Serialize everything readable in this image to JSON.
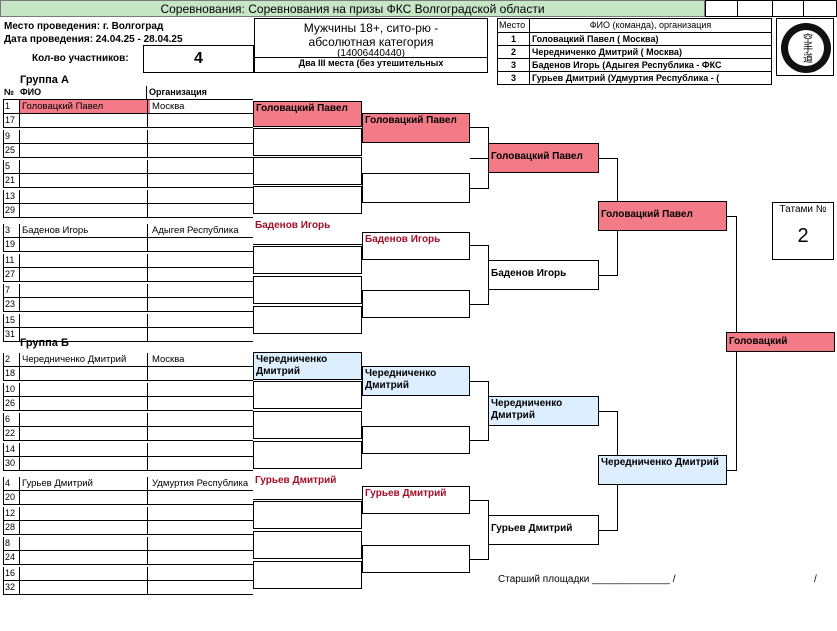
{
  "title": "Соревнования: Соревнования на призы ФКС Волгоградской области",
  "venue_label": "Место проведения: г. Волгоград",
  "dates_label": "Дата проведения: 24.04.25 - 28.04.25",
  "participants_label": "Кол-во участников:",
  "participants_count": "4",
  "category": {
    "line1": "Мужчины 18+, сито-рю -",
    "line2": "абсолютная категория",
    "line3": "(14006440440)",
    "line4": "Два III места (без утешительных"
  },
  "results": {
    "col_place": "Место",
    "col_name": "ФИО (команда), организация",
    "rows": [
      {
        "place": "1",
        "name": "Головацкий Павел  ( Москва)"
      },
      {
        "place": "2",
        "name": "Чередниченко Дмитрий  ( Москва)"
      },
      {
        "place": "3",
        "name": "Баденов Игорь  (Адыгея Республика - ФКС"
      },
      {
        "place": "3",
        "name": "Гурьев Дмитрий  (Удмуртия Республика - ("
      }
    ]
  },
  "logo_text": "空手道",
  "tatami": {
    "label": "Татами №",
    "value": "2"
  },
  "group_a": {
    "label": "Группа А",
    "h_num": "№",
    "h_name": "ФИО",
    "h_org": "Организация",
    "rows": [
      {
        "n": "1",
        "name": "Головацкий Павел",
        "org": "Москва"
      },
      {
        "n": "17"
      },
      {
        "n": "9"
      },
      {
        "n": "25"
      },
      {
        "n": "5"
      },
      {
        "n": "21"
      },
      {
        "n": "13"
      },
      {
        "n": "29"
      },
      {
        "n": "3",
        "name": "Баденов  Игорь",
        "org": "Адыгея Республика"
      },
      {
        "n": "19"
      },
      {
        "n": "11"
      },
      {
        "n": "27"
      },
      {
        "n": "7"
      },
      {
        "n": "23"
      },
      {
        "n": "15"
      },
      {
        "n": "31"
      }
    ]
  },
  "group_b": {
    "label": "Группа Б",
    "rows": [
      {
        "n": "2",
        "name": "Чередниченко Дмитрий",
        "org": "Москва"
      },
      {
        "n": "18"
      },
      {
        "n": "10"
      },
      {
        "n": "26"
      },
      {
        "n": "6"
      },
      {
        "n": "22"
      },
      {
        "n": "14"
      },
      {
        "n": "30"
      },
      {
        "n": "4",
        "name": "Гурьев  Дмитрий",
        "org": "Удмуртия Республика"
      },
      {
        "n": "20"
      },
      {
        "n": "12"
      },
      {
        "n": "28"
      },
      {
        "n": "8"
      },
      {
        "n": "24"
      },
      {
        "n": "16"
      },
      {
        "n": "32"
      }
    ]
  },
  "bracket": {
    "r1_a1": "Головацкий Павел",
    "r1_a2": "Баденов Игорь",
    "r1_b1": "Чередниченко Дмитрий",
    "r1_b2": "Гурьев Дмитрий",
    "r2_a1": "Головацкий Павел",
    "r2_a2": "Баденов Игорь",
    "r2_b1": "Чередниченко Дмитрий",
    "r2_b2": "Гурьев Дмитрий",
    "r3_a": "Головацкий Павел",
    "r3_a2": "Баденов Игорь",
    "r3_b": "Чередниченко Дмитрий",
    "r3_b2": "Гурьев Дмитрий",
    "semi_a": "Головацкий Павел",
    "semi_b": "Чередниченко Дмитрий",
    "final": "Головацкий"
  },
  "footer": {
    "referee": "Старший площадки ______________  /",
    "slash": "/"
  }
}
